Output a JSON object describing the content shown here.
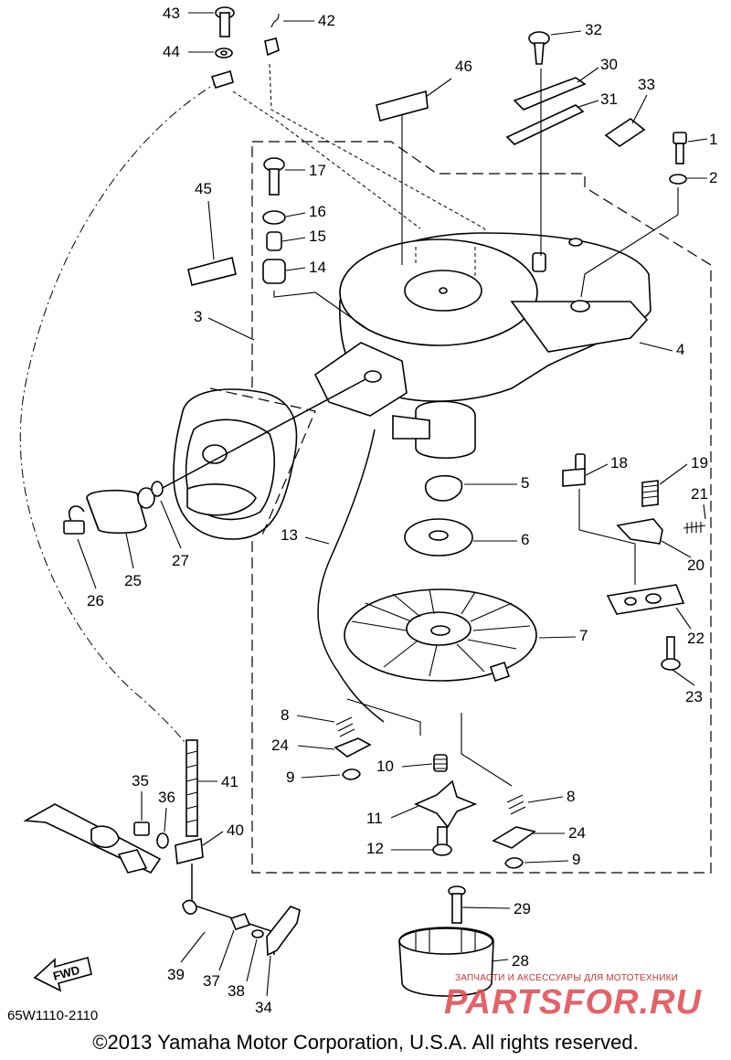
{
  "callouts": {
    "n1": "1",
    "n2": "2",
    "n3": "3",
    "n4": "4",
    "n5": "5",
    "n6": "6",
    "n7": "7",
    "n8a": "8",
    "n8b": "8",
    "n9a": "9",
    "n9b": "9",
    "n10": "10",
    "n11": "11",
    "n12": "12",
    "n13": "13",
    "n14": "14",
    "n15": "15",
    "n16": "16",
    "n17": "17",
    "n18": "18",
    "n19": "19",
    "n20": "20",
    "n21": "21",
    "n22": "22",
    "n23": "23",
    "n24a": "24",
    "n24b": "24",
    "n25": "25",
    "n26": "26",
    "n27": "27",
    "n28": "28",
    "n29": "29",
    "n30": "30",
    "n31": "31",
    "n32": "32",
    "n33": "33",
    "n34": "34",
    "n35": "35",
    "n36": "36",
    "n37": "37",
    "n38": "38",
    "n39": "39",
    "n40": "40",
    "n41": "41",
    "n42": "42",
    "n43": "43",
    "n44": "44",
    "n45": "45",
    "n46": "46"
  },
  "fwd_label": "FWD",
  "diagram_code": "65W1110-2110",
  "copyright": "©2013 Yamaha Motor Corporation, U.S.A. All rights reserved.",
  "watermark": {
    "small": "ЗАПЧАСТИ И АКСЕССУАРЫ ДЛЯ МОТОТЕХНИКИ",
    "big": "PARTSFOR.RU",
    "color": "#e04850"
  }
}
